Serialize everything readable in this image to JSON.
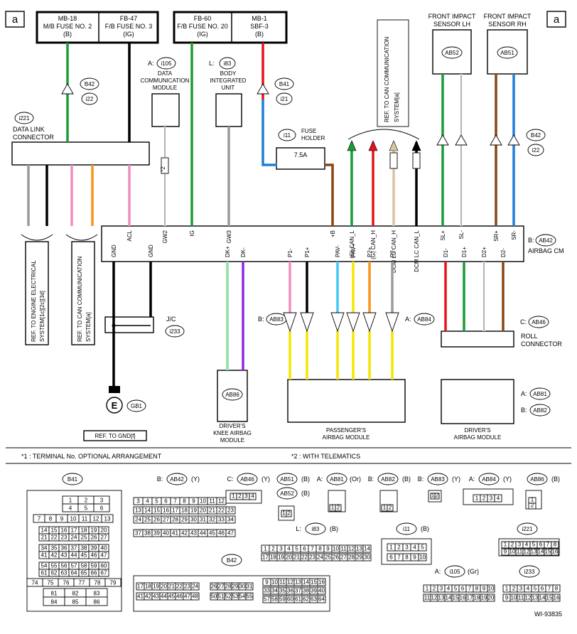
{
  "corner_label": "a",
  "diagram_code": "WI-93835",
  "fuses": [
    {
      "code": "MB-18",
      "name": "M/B FUSE NO. 2",
      "col": "(B)"
    },
    {
      "code": "FB-47",
      "name": "F/B FUSE NO. 3",
      "col": "(IG)"
    },
    {
      "code": "FB-60",
      "name": "F/B FUSE NO. 20",
      "col": "(IG)"
    },
    {
      "code": "MB-1",
      "name": "SBF-3",
      "col": "(B)"
    }
  ],
  "sensors": {
    "lh": [
      "FRONT IMPACT",
      "SENSOR LH"
    ],
    "rh": [
      "FRONT IMPACT",
      "SENSOR RH"
    ],
    "lh_conn": "AB52",
    "rh_conn": "AB51"
  },
  "modules": {
    "dcm_prefix": "A:",
    "dcm_conn": "i105",
    "dcm": [
      "DATA",
      "COMMUNICATION",
      "MODULE"
    ],
    "bcm_prefix": "L:",
    "bcm_conn": "i83",
    "bcm": [
      "BODY",
      "INTEGRATED",
      "UNIT"
    ],
    "fuse_holder_conn": "i11",
    "fuse_holder": [
      "FUSE",
      "HOLDER"
    ],
    "fuse_rating": "7.5A",
    "dlc_conn": "i221",
    "dlc": [
      "DATA LINK",
      "CONNECTOR"
    ],
    "airbag_cm_prefix": "B:",
    "airbag_cm_conn": "AB42",
    "airbag_cm": "AIRBAG CM",
    "jc": "J/C",
    "jc_conn": "i233",
    "ground": "GB1",
    "roll_prefix": "C:",
    "roll_conn": "AB46",
    "roll": [
      "ROLL",
      "CONNECTOR"
    ],
    "knee_conn": "AB86",
    "knee": [
      "DRIVER'S",
      "KNEE AIRBAG",
      "MODULE"
    ],
    "pass": [
      "PASSENGER'S",
      "AIRBAG MODULE"
    ],
    "driver": [
      "DRIVER'S",
      "AIRBAG MODULE"
    ],
    "ab83": "AB83",
    "ab84": "AB84",
    "ab83_prefix": "B:",
    "ab84_prefix": "A:",
    "ab81": "AB81",
    "ab82": "AB82",
    "ab81_prefix": "A:",
    "ab82_prefix": "B:",
    "b41": "B41",
    "b42": "B42",
    "i21": "i21",
    "i22": "i22"
  },
  "refs": {
    "can": [
      "REF. TO CAN COMMUNICATION",
      "SYSTEM[a]"
    ],
    "eng": [
      "REF. TO ENGINE ELECTRICAL",
      "SYSTEM[1c][2c][3d]"
    ],
    "gnd": "REF. TO GND[f]"
  },
  "cm_pins": [
    "ACL",
    "GW2",
    "IG",
    "GW3",
    "+B",
    "(G) CAN_L",
    "(G) CAN_H",
    "DCM LC CAN_H",
    "DCM LC CAN_L",
    "SL+",
    "SL-",
    "SR+",
    "SR-"
  ],
  "cm_pins_bottom": [
    "GND",
    "GND",
    "DK+",
    "DK-",
    "P1-",
    "P1+",
    "PAV-",
    "PAV+",
    "P2+",
    "P2-",
    "D1-",
    "D1+",
    "D2+",
    "D2-"
  ],
  "notes": {
    "n1": "*1 : TERMINAL No. OPTIONAL ARRANGEMENT",
    "n2": "*2 : WITH TELEMATICS"
  },
  "connectors": [
    {
      "id": "B41",
      "color": ""
    },
    {
      "id": "AB42",
      "prefix": "B:",
      "color": "(Y)"
    },
    {
      "id": "AB46",
      "prefix": "C:",
      "color": "(Y)"
    },
    {
      "id": "AB51",
      "color": "(B)"
    },
    {
      "id": "AB52",
      "color": "(B)"
    },
    {
      "id": "AB81",
      "prefix": "A:",
      "color": "(Or)"
    },
    {
      "id": "AB82",
      "prefix": "B:",
      "color": "(B)"
    },
    {
      "id": "AB83",
      "prefix": "B:",
      "color": "(Y)"
    },
    {
      "id": "AB84",
      "prefix": "A:",
      "color": "(Y)"
    },
    {
      "id": "AB86",
      "color": "(B)"
    },
    {
      "id": "i83",
      "prefix": "L:",
      "color": "(B)"
    },
    {
      "id": "i11",
      "color": "(B)"
    },
    {
      "id": "i221",
      "color": ""
    },
    {
      "id": "B42",
      "color": ""
    },
    {
      "id": "i105",
      "prefix": "A:",
      "color": "(Gr)"
    },
    {
      "id": "i233",
      "color": ""
    }
  ],
  "colors": {
    "green": "#1a9b3a",
    "black": "#000000",
    "red": "#e0151b",
    "blue": "#1f7fd6",
    "gray": "#9b9b9b",
    "pink": "#f08ec0",
    "orange": "#f7941d",
    "brown": "#8b4513",
    "white": "#ffffff",
    "lightgreen": "#90e0a0",
    "violet": "#8a2be2",
    "yellow": "#f2e600",
    "skyblue": "#40c8f0"
  }
}
